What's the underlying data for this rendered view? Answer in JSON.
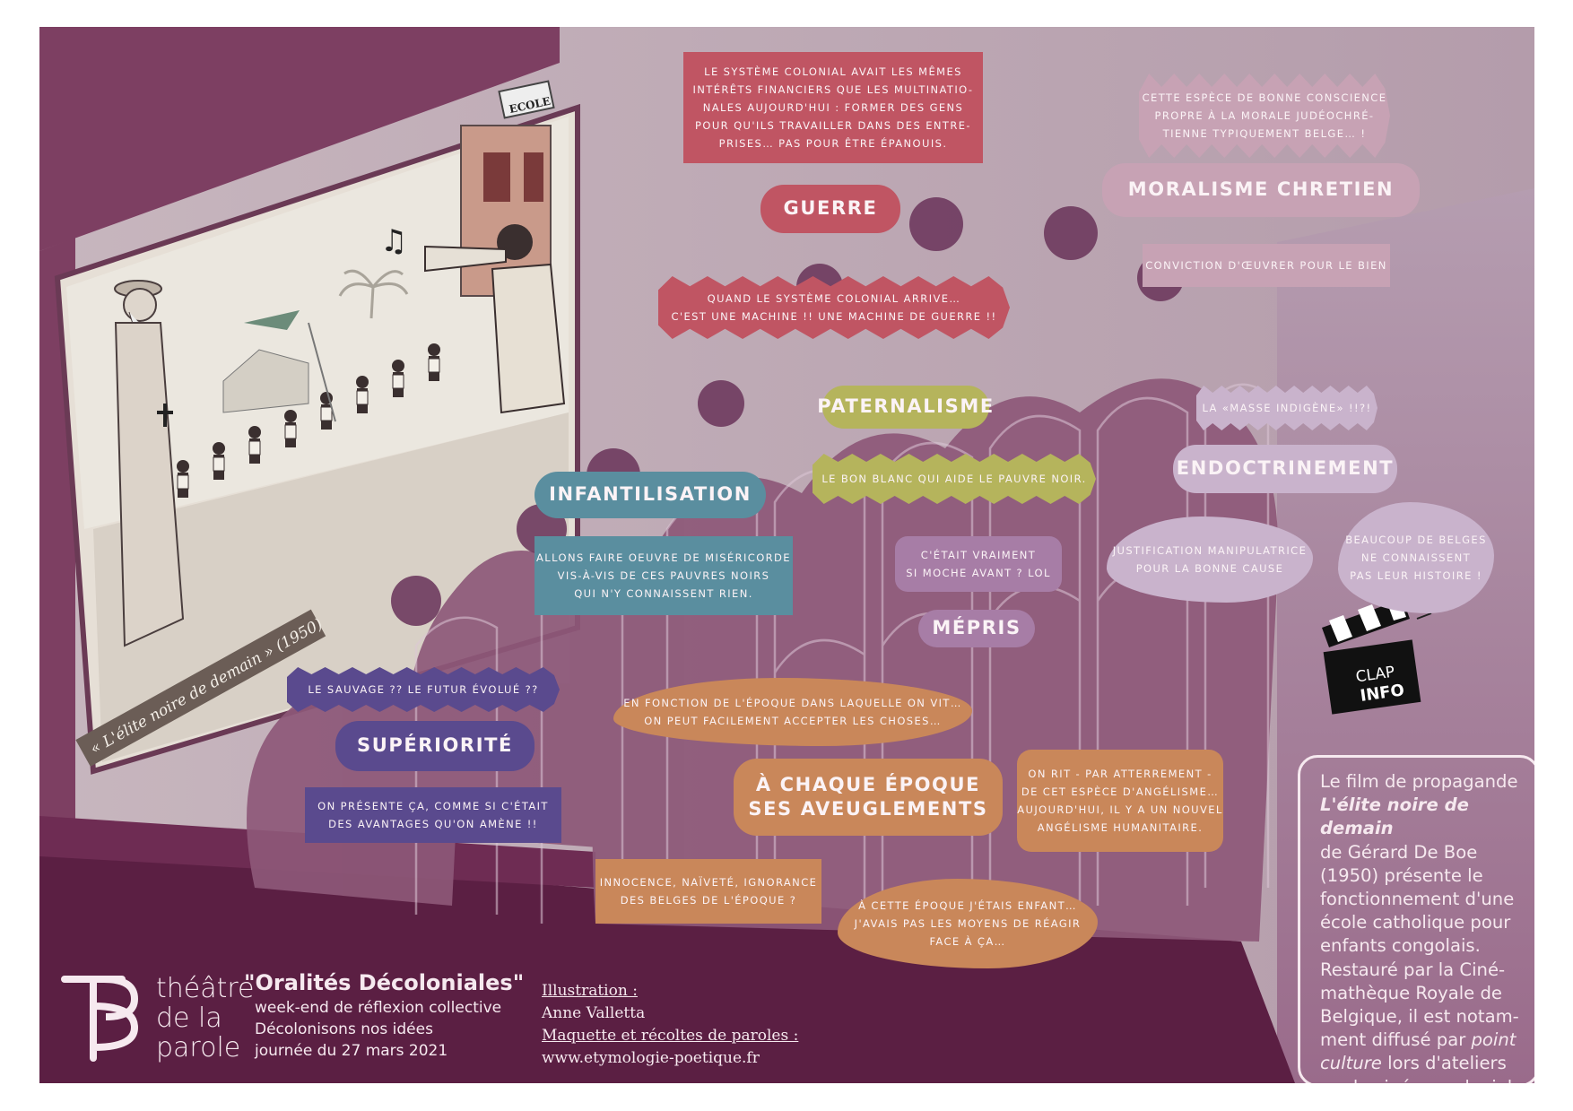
{
  "screen": {
    "title": "« L'élite noire de demain » (1950)",
    "school_sign": "ECOLE"
  },
  "bubbles": {
    "guerre_quote": "Le système colonial avait les mêmes\nintérêts financiers que les multinatio-\nnales aujourd'hui : former des gens\npour qu'ils travailler dans des entre-\nprises… pas pour être épanouis.",
    "guerre_tag": "GUERRE",
    "guerre_machine": "Quand le système colonial arrive…\nc'est une machine !! une machine de guerre !!",
    "conscience": "Cette espèce de bonne conscience\npropre à la morale judéochré-\ntienne typiquement belge… !",
    "moralisme_tag": "MORALISME CHRETIEN",
    "conviction": "Conviction d'œuvrer pour le bien",
    "paternalisme_tag": "PATERNALISME",
    "bon_blanc": "Le bon blanc qui aide le pauvre noir.",
    "masse": "La «masse indigène» !!?!",
    "endoctrinement_tag": "ENDOCTRINEMENT",
    "justification": "Justification manipulatrice\npour la bonne cause",
    "belges_histoire": "Beaucoup de Belges\nne connaissent\npas leur histoire !",
    "infantilisation_tag": "INFANTILISATION",
    "misericorde": "Allons faire oeuvre de miséricorde\nvis-à-vis de ces pauvres noirs\nqui n'y connaissent rien.",
    "moche": "C'était vraiment\nsi moche avant ? LOL",
    "mepris_tag": "MÉPRIS",
    "sauvage": "Le sauvage ?? le futur évolué ??",
    "superiorite_tag": "SUPÉRIORITÉ",
    "avantages": "On présente ça, comme si c'était\ndes avantages qu'on amène !!",
    "epoque_fonction": "En fonction de l'époque dans laquelle on vit…\non peut facilement accepter les choses…",
    "chaque_epoque_tag": "À CHAQUE ÉPOQUE\nSES AVEUGLEMENTS",
    "on_rit": "On rit - par atterrement -\nde cet espèce d'angélisme…\naujourd'hui, il y a un nouvel\nangélisme humanitaire.",
    "innocence": "Innocence, naïveté, ignorance\ndes Belges de l'époque ?",
    "enfant": "À cette époque j'étais enfant…\nj'avais pas les moyens de réagir\nface à ça…"
  },
  "clap": {
    "top": "CLAP",
    "bottom": "INFO"
  },
  "info": {
    "line1": "Le film de propagande",
    "film": "L'élite noire de demain",
    "line3": "de Gérard De Boe",
    "line4": "(1950) présente le",
    "line5": "fonctionnement d'une",
    "line6": "école catholique pour",
    "line7": "enfants congolais.",
    "line8": "Restauré par la Ciné-",
    "line9": "mathèque Royale de",
    "line10": "Belgique, il est notam-",
    "line11a": "ment diffusé par ",
    "line11b": "point",
    "line12a": "culture",
    "line12b": " lors d'ateliers",
    "line13": "sur le cinéma colonial."
  },
  "logo": {
    "word1": "théâtre",
    "word2": "de la",
    "word3": "parole"
  },
  "footer": {
    "title": "\"Oralités Décoloniales\"",
    "line1": "week-end de réflexion collective",
    "line2": "Décolonisons nos idées",
    "line3": "journée du 27 mars 2021",
    "illustration_label": "Illustration :",
    "illustrator": "Anne Valletta",
    "maquette_label": "Maquette et récoltes de paroles :",
    "website": "www.etymologie-poetique.fr"
  },
  "colors": {
    "background": "#b8a3ae",
    "wall": "#7a3f62",
    "floor": "#5b1f43",
    "screen": "#e9e4dc",
    "audience": "#8b5676",
    "red": "#c05563",
    "olive": "#b5b45c",
    "teal": "#5a8e9f",
    "indigo": "#5a4a8e",
    "orange": "#c9875a",
    "lilac": "#c9b3cc",
    "pink": "#c7a2b4",
    "mauve": "#a77da6"
  }
}
